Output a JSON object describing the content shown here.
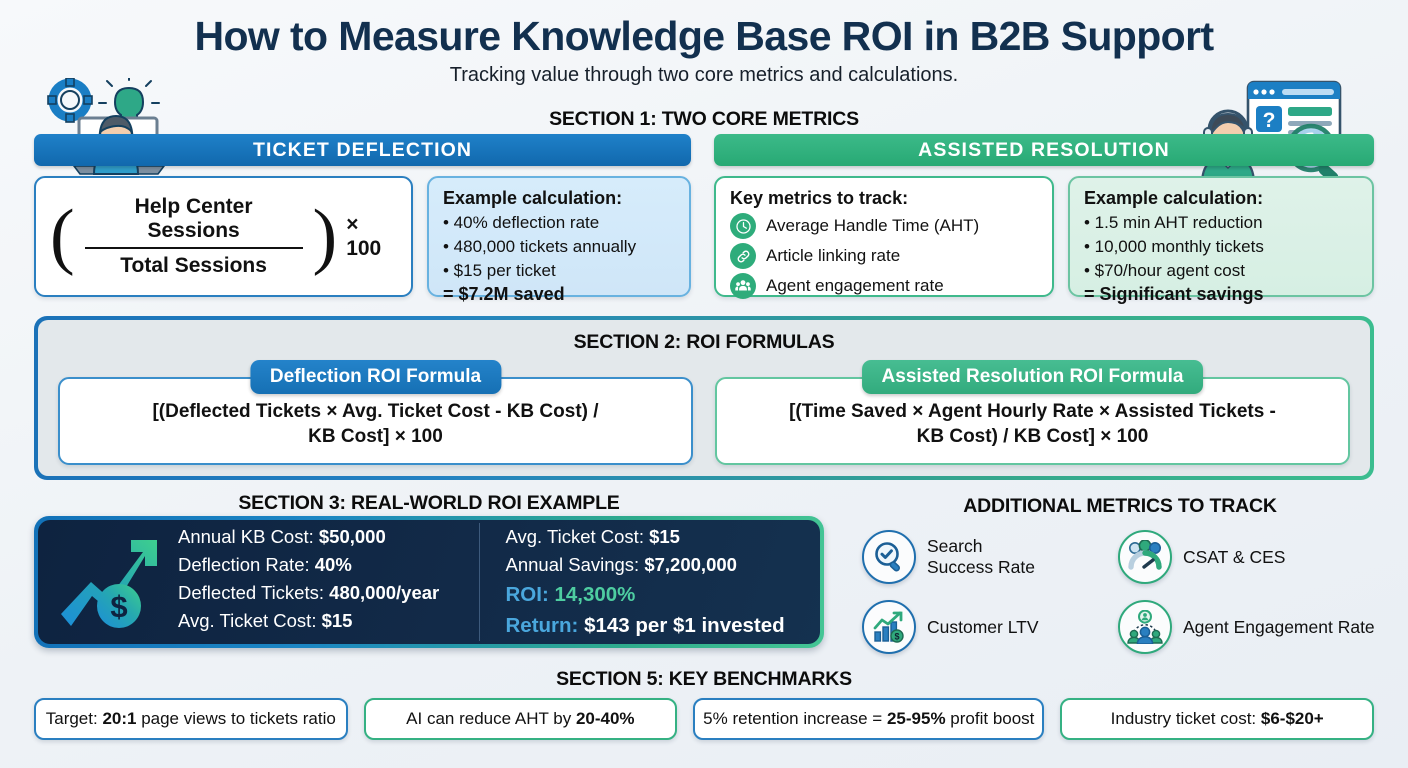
{
  "header": {
    "title": "How to Measure Knowledge Base ROI in B2B Support",
    "subtitle": "Tracking value through two core metrics and calculations."
  },
  "section1": {
    "heading": "SECTION 1: TWO CORE METRICS",
    "left": {
      "bar_label": "TICKET DEFLECTION",
      "formula": {
        "numerator": "Help Center Sessions",
        "denominator": "Total Sessions",
        "multiplier": "× 100"
      },
      "example": {
        "title": "Example calculation:",
        "bullets": [
          "• 40% deflection rate",
          "• 480,000 tickets annually",
          "• $15 per ticket"
        ],
        "total": "= $7.2M saved"
      }
    },
    "right": {
      "bar_label": "ASSISTED RESOLUTION",
      "key_metrics": {
        "title": "Key metrics to track:",
        "items": [
          {
            "icon": "clock-icon",
            "label": "Average Handle Time (AHT)"
          },
          {
            "icon": "link-icon",
            "label": "Article linking rate"
          },
          {
            "icon": "people-group-icon",
            "label": "Agent engagement rate"
          }
        ]
      },
      "example": {
        "title": "Example calculation:",
        "bullets": [
          "• 1.5 min AHT reduction",
          "• 10,000 monthly tickets",
          "• $70/hour agent cost"
        ],
        "total": "= Significant savings"
      }
    }
  },
  "section2": {
    "heading": "SECTION 2: ROI FORMULAS",
    "formulas": [
      {
        "chip": "Deflection ROI Formula",
        "line1": "[(Deflected Tickets × Avg. Ticket Cost - KB Cost) /",
        "line2": "KB Cost] × 100"
      },
      {
        "chip": "Assisted Resolution ROI Formula",
        "line1": "[(Time Saved × Agent Hourly Rate × Assisted Tickets -",
        "line2": "KB Cost) / KB Cost] × 100"
      }
    ]
  },
  "section3": {
    "heading": "SECTION 3: REAL-WORLD ROI EXAMPLE",
    "icon": "growth-arrow-dollar-icon",
    "left_column": [
      {
        "label": "Annual KB Cost:",
        "value": "$50,000"
      },
      {
        "label": "Deflection Rate:",
        "value": "40%"
      },
      {
        "label": "Deflected Tickets:",
        "value": "480,000/year"
      },
      {
        "label": "Avg. Ticket Cost:",
        "value": "$15"
      }
    ],
    "right_column": [
      {
        "label": "Avg. Ticket Cost:",
        "value": "$15"
      },
      {
        "label": "Annual Savings:",
        "value": "$7,200,000"
      },
      {
        "label": "ROI:",
        "value": "14,300%"
      },
      {
        "label": "Return:",
        "value": "$143 per $1 invested"
      }
    ]
  },
  "additional_metrics": {
    "heading": "ADDITIONAL METRICS TO TRACK",
    "items": [
      {
        "icon": "search-check-icon",
        "line1": "Search",
        "line2": "Success Rate",
        "ring": "blue"
      },
      {
        "icon": "satisfaction-gauge-icon",
        "line1": "CSAT & CES",
        "line2": "",
        "ring": "green"
      },
      {
        "icon": "growth-chart-dollar-icon",
        "line1": "Customer LTV",
        "line2": "",
        "ring": "blue"
      },
      {
        "icon": "team-network-icon",
        "line1": "Agent Engagement Rate",
        "line2": "",
        "ring": "green"
      }
    ]
  },
  "section5": {
    "heading": "SECTION 5: KEY BENCHMARKS",
    "benchmarks": [
      {
        "prefix": "Target: ",
        "strong": "20:1",
        "suffix": " page views to tickets ratio",
        "color": "blue"
      },
      {
        "prefix": "AI can reduce AHT by ",
        "strong": "20-40%",
        "suffix": "",
        "color": "green"
      },
      {
        "prefix": "5% retention increase = ",
        "strong": "25-95%",
        "suffix": " profit boost",
        "color": "blue"
      },
      {
        "prefix": "Industry ticket cost: ",
        "strong": "$6-$20+",
        "suffix": "",
        "color": "green"
      }
    ]
  },
  "colors": {
    "blue": "#1574BC",
    "green": "#2FB47C",
    "navy": "#12304f",
    "dark_card": "#0e2340",
    "roi_value_green": "#4ecda1",
    "roi_label_blue": "#4aa7dd"
  }
}
